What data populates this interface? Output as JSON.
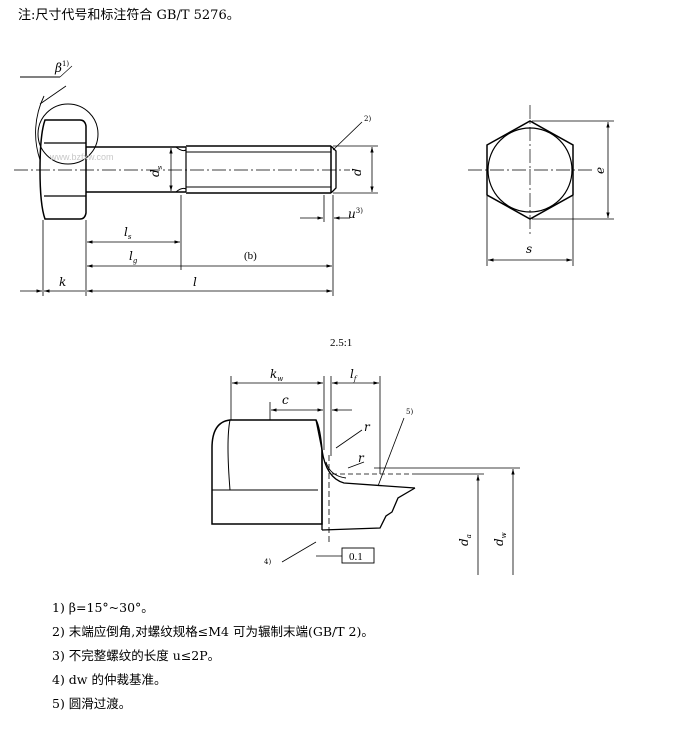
{
  "header_note": "注:尺寸代号和标注符合 GB/T 5276。",
  "watermark": "www.bzfxw.com",
  "view_b": {
    "beta": "β",
    "beta_ref": "1)",
    "ref2": "2)",
    "ds": "d",
    "ds_sub": "s",
    "d": "d",
    "u": "u",
    "u_ref": "3)",
    "ls": "l",
    "ls_sub": "s",
    "lg": "l",
    "lg_sub": "g",
    "caption": "(b)",
    "k": "k",
    "l": "l"
  },
  "hex_view": {
    "e": "e",
    "s": "s"
  },
  "detail": {
    "scale": "2.5:1",
    "kw": "k",
    "kw_sub": "w",
    "lf": "l",
    "lf_sub": "f",
    "c": "c",
    "r1": "r",
    "r2": "r",
    "ref5": "5)",
    "ref4": "4)",
    "tolerance": "0.1",
    "da": "d",
    "da_sub": "a",
    "dw": "d",
    "dw_sub": "w"
  },
  "footnotes": [
    "1) β=15°~30°。",
    "2) 末端应倒角,对螺纹规格≤M4 可为辗制末端(GB/T 2)。",
    "3) 不完整螺纹的长度 u≤2P。",
    "4) dw 的仲裁基准。",
    "5) 圆滑过渡。"
  ]
}
